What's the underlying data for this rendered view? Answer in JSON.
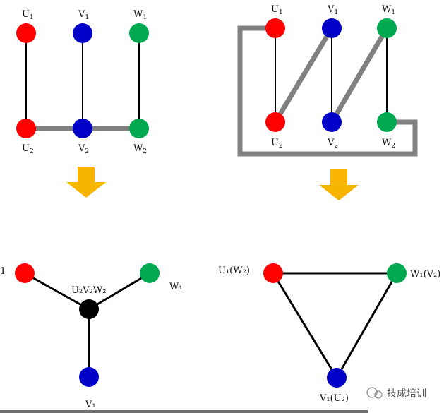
{
  "colors": {
    "u": "#ff0000",
    "v": "#0000c8",
    "w": "#00a850",
    "center": "#000000",
    "bar": "#808080",
    "arrow": "#f7b500"
  },
  "top_left": {
    "u1": "U",
    "v1": "V",
    "w1": "W",
    "u2": "U",
    "v2": "V",
    "w2": "W",
    "sub1": "1",
    "sub2": "2"
  },
  "top_right": {
    "u1": "U",
    "v1": "V",
    "w1": "W",
    "u2": "U",
    "v2": "V",
    "w2": "W",
    "sub1": "1",
    "sub2": "2"
  },
  "star": {
    "u1_partial": "1",
    "center": "U₂V₂W₂",
    "w1": "W₁",
    "v1": "V₁"
  },
  "delta": {
    "u1": "U₁(W₂)",
    "w1": "W₁(V₂)",
    "v1": "V₁(U₂)"
  },
  "watermark": "技成培训"
}
